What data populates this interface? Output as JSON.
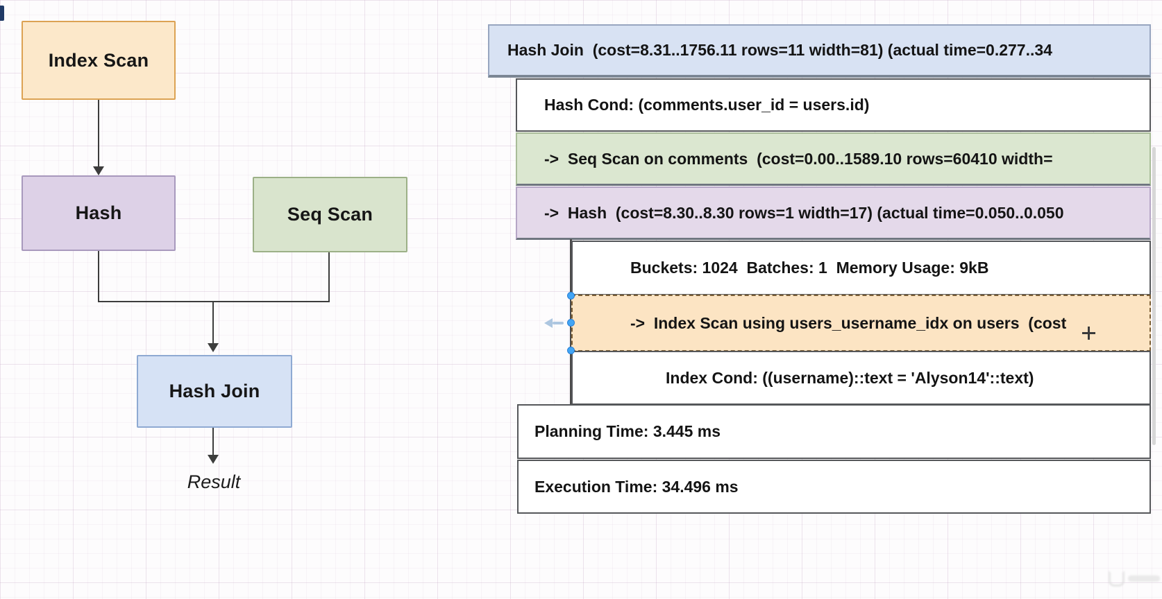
{
  "flowchart": {
    "nodes": [
      {
        "label": "Index Scan",
        "color": "orange"
      },
      {
        "label": "Hash",
        "color": "purple"
      },
      {
        "label": "Seq Scan",
        "color": "green"
      },
      {
        "label": "Hash Join",
        "color": "blue"
      }
    ],
    "result_label": "Result"
  },
  "plan": {
    "rows": [
      {
        "text": "Hash Join  (cost=8.31..1756.11 rows=11 width=81) (actual time=0.277..34",
        "color": "blue",
        "selected": false
      },
      {
        "text": "Hash Cond: (comments.user_id = users.id)",
        "color": "white",
        "selected": false
      },
      {
        "text": "->  Seq Scan on comments  (cost=0.00..1589.10 rows=60410 width=",
        "color": "green",
        "selected": false
      },
      {
        "text": "->  Hash  (cost=8.30..8.30 rows=1 width=17) (actual time=0.050..0.050",
        "color": "purple",
        "selected": false
      },
      {
        "text": "Buckets: 1024  Batches: 1  Memory Usage: 9kB",
        "color": "white",
        "selected": false
      },
      {
        "text": "->  Index Scan using users_username_idx on users  (cost",
        "color": "orange",
        "selected": true
      },
      {
        "text": "Index Cond: ((username)::text = 'Alyson14'::text)",
        "color": "white",
        "selected": false
      },
      {
        "text": "Planning Time: 3.445 ms",
        "color": "white",
        "selected": false
      },
      {
        "text": "Execution Time: 34.496 ms",
        "color": "white",
        "selected": false
      }
    ]
  },
  "palette": {
    "canvas_bg": "#fdfcfd",
    "grid_line": "#efe8ef",
    "orange_fill": "#fce8ca",
    "orange_border": "#dca253",
    "purple_fill": "#ddd1e7",
    "purple_border": "#a899bd",
    "green_fill": "#d9e4cd",
    "green_border": "#9cb087",
    "blue_fill": "#d6e2f5",
    "blue_border": "#8ea9d2",
    "row_white": "#ffffff",
    "row_border_dark": "#55575a",
    "edge_color": "#3c3c3c",
    "selection_handle_blue": "#42a5f5",
    "window_fragment_navy": "#203a66"
  }
}
